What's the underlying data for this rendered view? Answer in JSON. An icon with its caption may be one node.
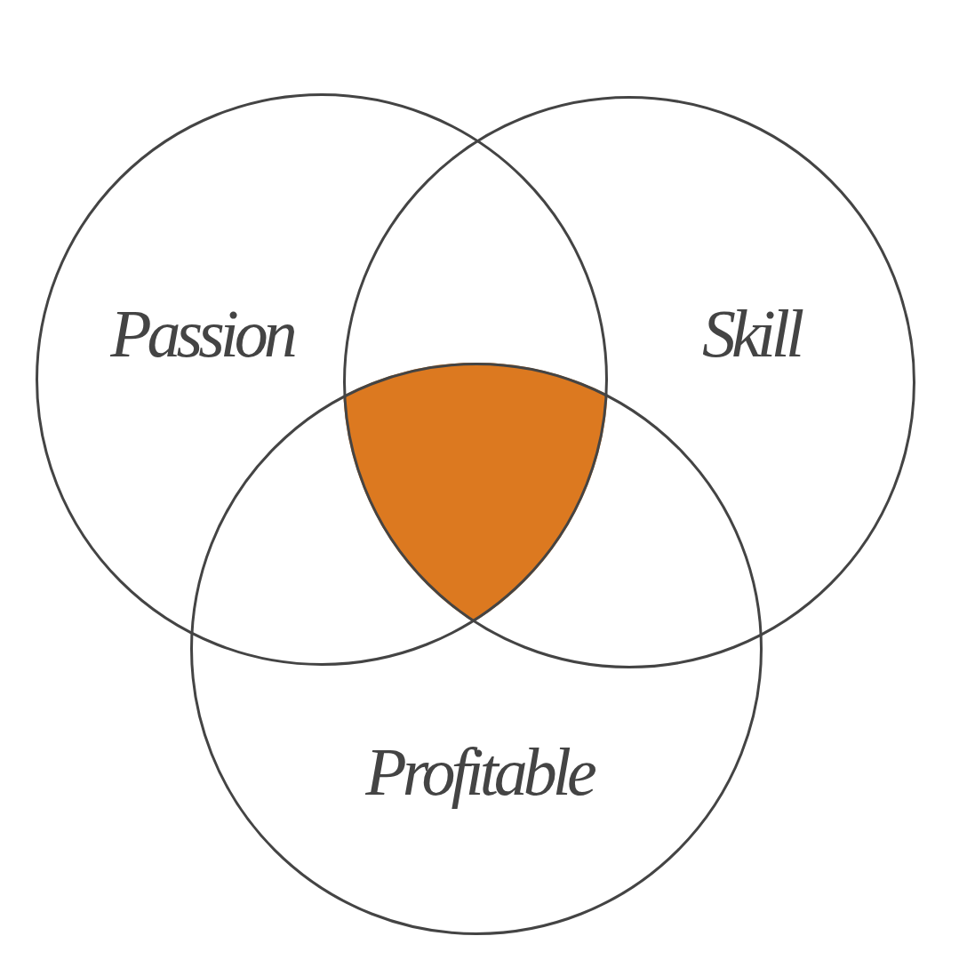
{
  "diagram": {
    "nodes": [
      {
        "text": [
          "Passion"
        ]
      },
      {
        "text": [
          "Skill"
        ]
      },
      {
        "text": [
          "Profitable"
        ]
      },
      {
        "text": [],
        "shape": "triangle"
      }
    ]
  }
}
